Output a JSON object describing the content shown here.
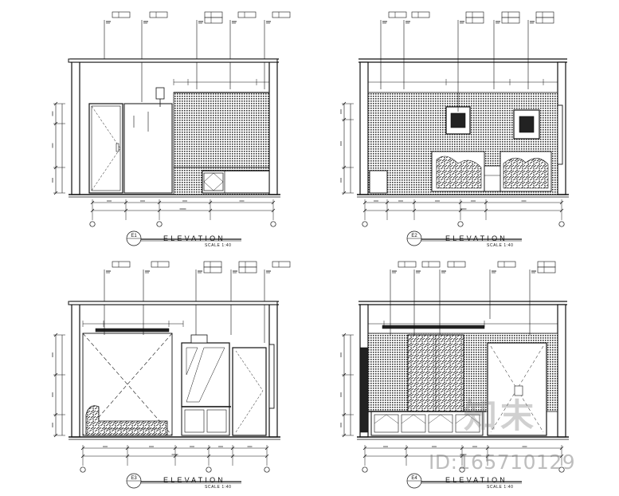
{
  "elevations": [
    {
      "id": "E1",
      "tag": "E1",
      "title": "ELEVATION",
      "scale": "SCALE 1:40"
    },
    {
      "id": "E2",
      "tag": "E2",
      "title": "ELEVATION",
      "scale": "SCALE 1:40"
    },
    {
      "id": "E3",
      "tag": "E3",
      "title": "ELEVATION",
      "scale": "SCALE 1:40"
    },
    {
      "id": "E4",
      "tag": "E4",
      "title": "ELEVATION",
      "scale": "SCALE 1:40"
    }
  ],
  "watermark": {
    "brand": "知末",
    "id_text": "ID:165710129"
  },
  "colors": {
    "line": "#111111",
    "hatch": "#333333",
    "background": "#ffffff"
  }
}
